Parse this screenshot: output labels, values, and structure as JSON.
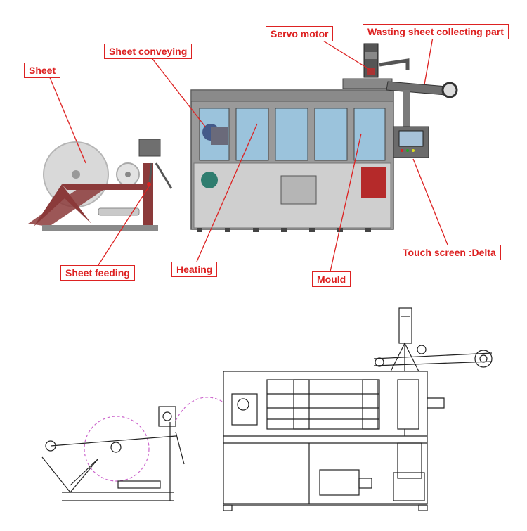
{
  "colors": {
    "accent_red": "#dd2222",
    "frame_gray": "#7b7b7b",
    "glass_blue": "#9bc3dc",
    "frame_maroon": "#8b3a3a",
    "line_black": "#222222",
    "sheet_pink": "#cc66cc"
  },
  "labels": {
    "sheet": "Sheet",
    "sheet_conveying": "Sheet conveying",
    "servo_motor": "Servo motor",
    "wasting_sheet": "Wasting sheet collecting part",
    "sheet_feeding": "Sheet feeding",
    "heating": "Heating",
    "mould": "Mould",
    "touch_screen": "Touch screen :Delta"
  }
}
